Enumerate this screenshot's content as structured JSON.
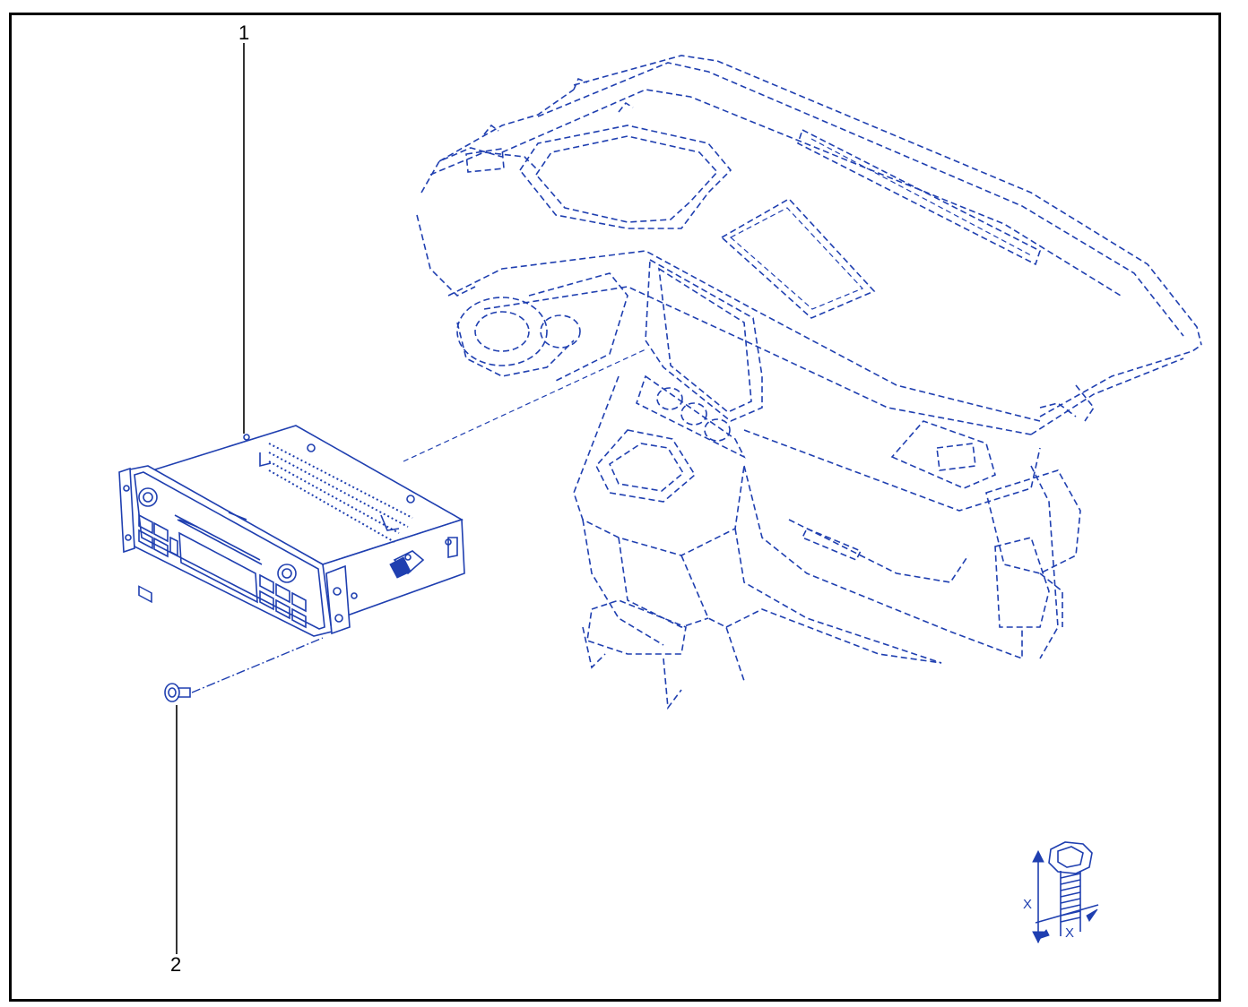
{
  "diagram": {
    "callouts": [
      {
        "id": "1",
        "label": "1",
        "part": "radio-unit"
      },
      {
        "id": "2",
        "label": "2",
        "part": "screw"
      }
    ],
    "torque_symbol": {
      "label_a": "X",
      "label_b": "X"
    },
    "colors": {
      "line": "#1f3fb0",
      "leader": "#000000",
      "frame": "#000000"
    }
  }
}
